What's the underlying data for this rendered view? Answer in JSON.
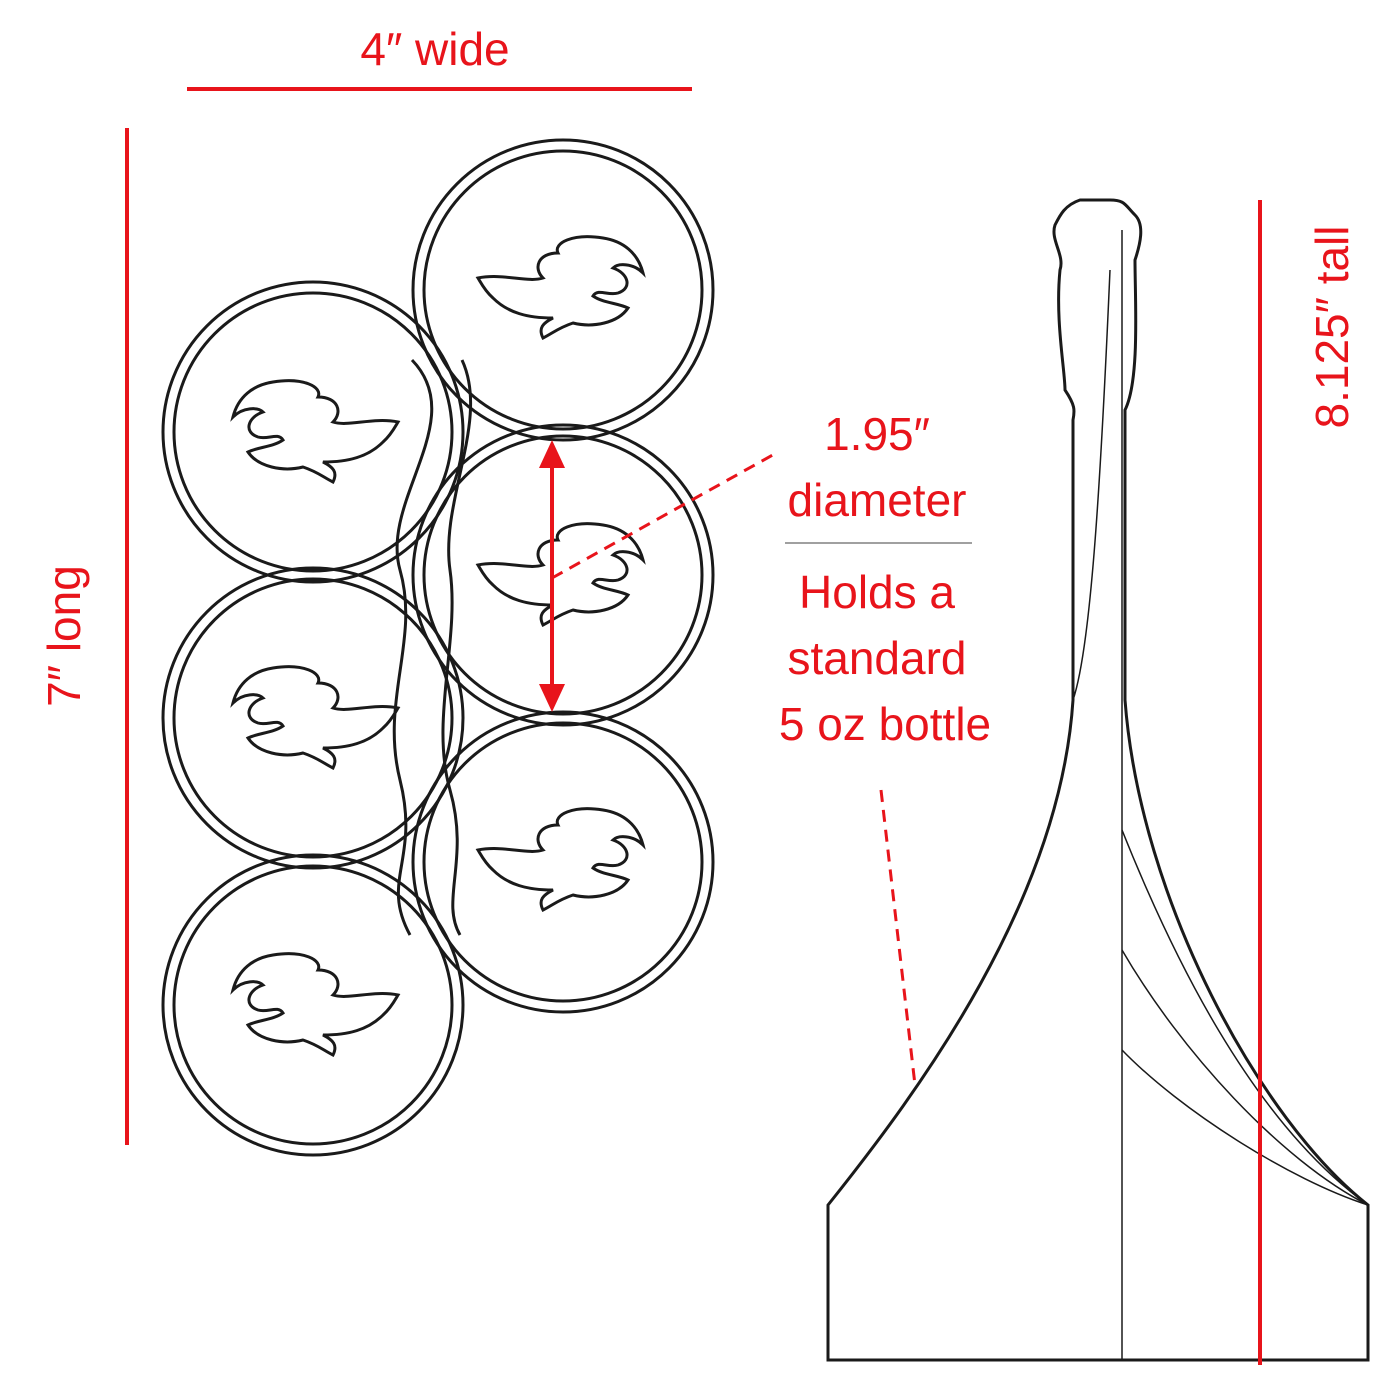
{
  "dimensions": {
    "width_label": "4″ wide",
    "length_label": "7″ long",
    "height_label": "8.125″ tall"
  },
  "callout": {
    "diameter_value": "1.95″",
    "diameter_label": "diameter",
    "holds_line1": "Holds a",
    "holds_line2": "standard",
    "holds_line3": "5 oz bottle"
  },
  "colors": {
    "annotation": "#e8141b",
    "outline": "#1a1a1a",
    "divider": "#a0a0a0"
  }
}
